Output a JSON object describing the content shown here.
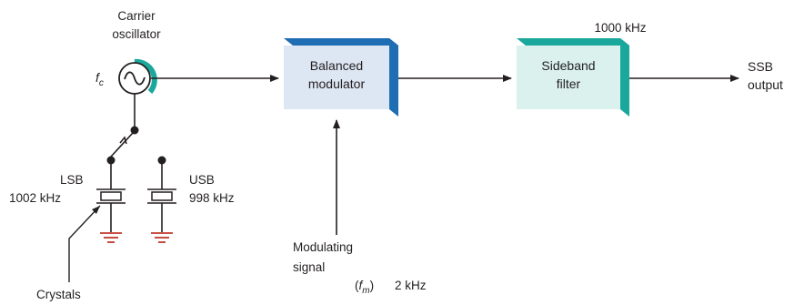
{
  "oscillator": {
    "title_line1": "Carrier",
    "title_line2": "oscillator",
    "freq_symbol": "f",
    "freq_sub": "c"
  },
  "balanced_modulator": {
    "line1": "Balanced",
    "line2": "modulator"
  },
  "sideband_filter": {
    "line1": "Sideband",
    "line2": "filter",
    "center_freq": "1000 kHz"
  },
  "output": {
    "line1": "SSB",
    "line2": "output"
  },
  "crystals": {
    "lsb_label": "LSB",
    "lsb_freq": "1002 kHz",
    "usb_label": "USB",
    "usb_freq": "998 kHz",
    "caption": "Crystals"
  },
  "modulating_signal": {
    "line1": "Modulating",
    "line2": "signal",
    "symbol": "f",
    "sub": "m",
    "freq": "2 kHz"
  },
  "colors": {
    "modulator_face": "#dde6f3",
    "modulator_edge": "#1f6db3",
    "filter_face": "#daf1ee",
    "filter_edge": "#1aa79c",
    "oscillator_arc": "#1aa79c",
    "ground": "#c0392b",
    "line": "#231f20"
  }
}
